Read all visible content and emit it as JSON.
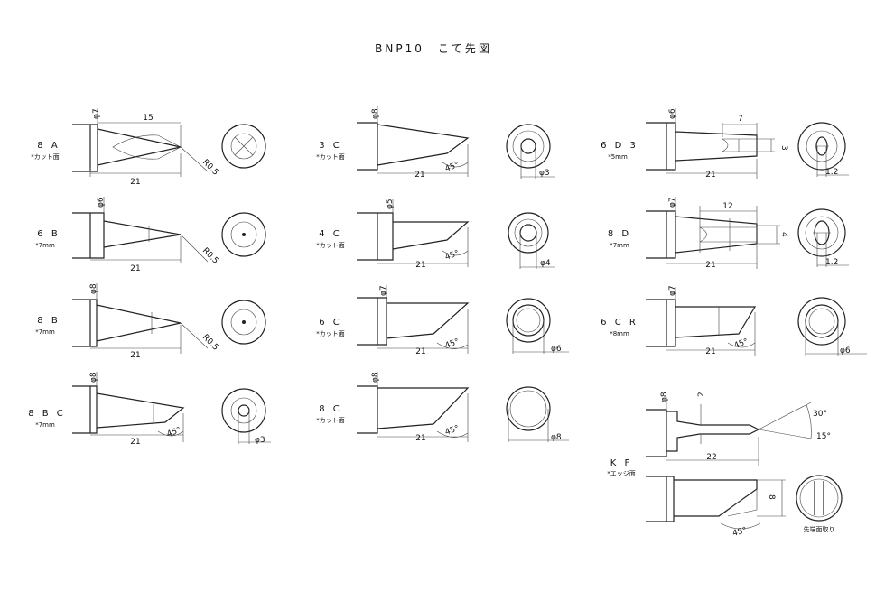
{
  "title": "BNP10　こて先図",
  "tips": [
    {
      "code": "8 A",
      "note": "*カット面",
      "phi": "φ7",
      "length": "21",
      "top_dim": "15",
      "radius": "R0.5"
    },
    {
      "code": "6 B",
      "note": "*7mm",
      "phi": "φ6",
      "length": "21",
      "radius": "R0.5"
    },
    {
      "code": "8 B",
      "note": "*7mm",
      "phi": "φ8",
      "length": "21",
      "radius": "R0.5"
    },
    {
      "code": "8 B C",
      "note": "*7mm",
      "phi": "φ8",
      "length": "21",
      "angle": "45°",
      "end_dia": "φ3"
    },
    {
      "code": "3 C",
      "note": "*カット面",
      "phi": "φ8",
      "length": "21",
      "angle": "45°",
      "end_dia": "φ3"
    },
    {
      "code": "4 C",
      "note": "*カット面",
      "phi": "φ5",
      "length": "21",
      "angle": "45°",
      "end_dia": "φ4"
    },
    {
      "code": "6 C",
      "note": "*カット面",
      "phi": "φ7",
      "length": "21",
      "angle": "45°",
      "end_dia": "φ6"
    },
    {
      "code": "8 C",
      "note": "*カット面",
      "phi": "φ8",
      "length": "21",
      "angle": "45°",
      "end_dia": "φ8"
    },
    {
      "code": "6 D 3",
      "note": "*5mm",
      "phi": "φ6",
      "length": "21",
      "top_dim": "7",
      "side_dim": "3",
      "end_dia": "1.2"
    },
    {
      "code": "8 D",
      "note": "*7mm",
      "phi": "φ7",
      "length": "21",
      "top_dim": "12",
      "side_dim": "4",
      "end_dia": "1.2"
    },
    {
      "code": "6 C R",
      "note": "*8mm",
      "phi": "φ7",
      "length": "21",
      "angle": "45°",
      "end_dia": "φ6"
    },
    {
      "code": "K F",
      "note": "*エッジ面",
      "phi": "φ8",
      "length": "22",
      "top_dim": "2",
      "side_dim": "8",
      "angle": "45°",
      "angle_a": "30°",
      "angle_b": "15°",
      "end_label": "先端面取り"
    }
  ]
}
